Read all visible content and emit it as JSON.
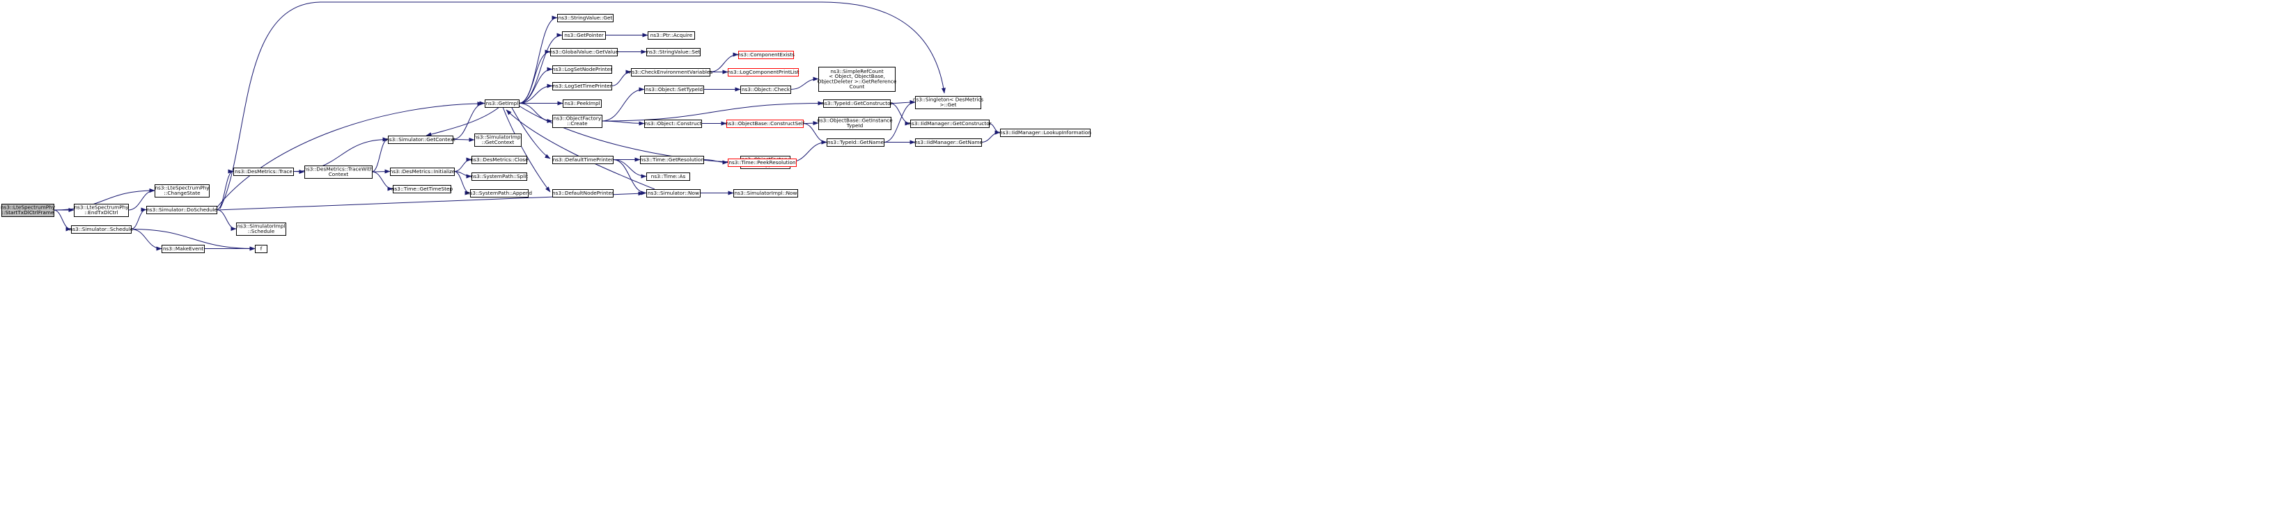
{
  "colors": {
    "edge": "#191970",
    "node_border": "#000000",
    "node_fill": "#ffffff",
    "root_fill": "#bfbfbf",
    "root_border": "#000000",
    "undocumented_border": "#ff0000"
  },
  "nodes": [
    {
      "id": "root",
      "lines": [
        "ns3::LteSpectrumPhy",
        "::StartTxDlCtrlFrame"
      ],
      "style": "root"
    },
    {
      "id": "changestate",
      "lines": [
        "ns3::LteSpectrumPhy",
        "::ChangeState"
      ],
      "style": "normal"
    },
    {
      "id": "endtxdlctrl",
      "lines": [
        "ns3::LteSpectrumPhy",
        "::EndTxDlCtrl"
      ],
      "style": "normal"
    },
    {
      "id": "schedule",
      "lines": [
        "ns3::Simulator::Schedule"
      ],
      "style": "normal"
    },
    {
      "id": "doschedule",
      "lines": [
        "ns3::Simulator::DoSchedule"
      ],
      "style": "normal"
    },
    {
      "id": "makeevent",
      "lines": [
        "ns3::MakeEvent"
      ],
      "style": "normal"
    },
    {
      "id": "f",
      "lines": [
        "f"
      ],
      "style": "normal"
    },
    {
      "id": "simimplschedule",
      "lines": [
        "ns3::SimulatorImpl",
        "::Schedule"
      ],
      "style": "normal"
    },
    {
      "id": "trace",
      "lines": [
        "ns3::DesMetrics::Trace"
      ],
      "style": "normal"
    },
    {
      "id": "tracewith",
      "lines": [
        "ns3::DesMetrics::TraceWith",
        "Context"
      ],
      "style": "normal"
    },
    {
      "id": "getcontext",
      "lines": [
        "ns3::Simulator::GetContext"
      ],
      "style": "normal"
    },
    {
      "id": "simimplgetcontext",
      "lines": [
        "ns3::SimulatorImpl",
        "::GetContext"
      ],
      "style": "normal"
    },
    {
      "id": "initialize",
      "lines": [
        "ns3::DesMetrics::Initialize"
      ],
      "style": "normal"
    },
    {
      "id": "gettimestep",
      "lines": [
        "ns3::Time::GetTimeStep"
      ],
      "style": "normal"
    },
    {
      "id": "close",
      "lines": [
        "ns3::DesMetrics::Close"
      ],
      "style": "normal"
    },
    {
      "id": "split",
      "lines": [
        "ns3::SystemPath::Split"
      ],
      "style": "normal"
    },
    {
      "id": "append",
      "lines": [
        "ns3::SystemPath::Append"
      ],
      "style": "normal"
    },
    {
      "id": "getimpl",
      "lines": [
        "ns3::GetImpl"
      ],
      "style": "normal"
    },
    {
      "id": "stringvalueget",
      "lines": [
        "ns3::StringValue::Get"
      ],
      "style": "normal"
    },
    {
      "id": "getpointer",
      "lines": [
        "ns3::GetPointer"
      ],
      "style": "normal"
    },
    {
      "id": "globalgetvalue",
      "lines": [
        "ns3::GlobalValue::GetValue"
      ],
      "style": "normal"
    },
    {
      "id": "logsetnodeprinter",
      "lines": [
        "ns3::LogSetNodePrinter"
      ],
      "style": "normal"
    },
    {
      "id": "logsettimeprinter",
      "lines": [
        "ns3::LogSetTimePrinter"
      ],
      "style": "normal"
    },
    {
      "id": "peekimpl",
      "lines": [
        "ns3::PeekImpl"
      ],
      "style": "normal"
    },
    {
      "id": "objfactcreate",
      "lines": [
        "ns3::ObjectFactory",
        "::Create"
      ],
      "style": "normal"
    },
    {
      "id": "defaulttimeprinter",
      "lines": [
        "ns3::DefaultTimePrinter"
      ],
      "style": "normal"
    },
    {
      "id": "defaultnodeprinter",
      "lines": [
        "ns3::DefaultNodePrinter"
      ],
      "style": "normal"
    },
    {
      "id": "ptracquire",
      "lines": [
        "ns3::Ptr::Acquire"
      ],
      "style": "normal"
    },
    {
      "id": "stringvalueset",
      "lines": [
        "ns3::StringValue::Set"
      ],
      "style": "normal"
    },
    {
      "id": "checkenv",
      "lines": [
        "ns3::CheckEnvironmentVariables"
      ],
      "style": "normal"
    },
    {
      "id": "componentexists",
      "lines": [
        "ns3::ComponentExists"
      ],
      "style": "red"
    },
    {
      "id": "logcomponentprintlist",
      "lines": [
        "ns3::LogComponentPrintList"
      ],
      "style": "red"
    },
    {
      "id": "objectsettypeid",
      "lines": [
        "ns3::Object::SetTypeId"
      ],
      "style": "normal"
    },
    {
      "id": "objectcheck",
      "lines": [
        "ns3::Object::Check"
      ],
      "style": "normal"
    },
    {
      "id": "simplerefcount",
      "lines": [
        "ns3::SimpleRefCount",
        "< Object, ObjectBase,",
        " ObjectDeleter >::GetReference",
        "Count"
      ],
      "style": "normal"
    },
    {
      "id": "objectconstruct",
      "lines": [
        "ns3::Object::Construct"
      ],
      "style": "normal"
    },
    {
      "id": "constructself",
      "lines": [
        "ns3::ObjectBase::ConstructSelf"
      ],
      "style": "red"
    },
    {
      "id": "getinstancetypeid",
      "lines": [
        "ns3::ObjectBase::GetInstance",
        "TypeId"
      ],
      "style": "normal"
    },
    {
      "id": "objfactsettypeid",
      "lines": [
        "ns3::ObjectFactory",
        "::SetTypeId"
      ],
      "style": "normal"
    },
    {
      "id": "typeidgetconstructor",
      "lines": [
        "ns3::TypeId::GetConstructor"
      ],
      "style": "normal"
    },
    {
      "id": "typeidgetname",
      "lines": [
        "ns3::TypeId::GetName"
      ],
      "style": "normal"
    },
    {
      "id": "singletonget",
      "lines": [
        "ns3::Singleton< DesMetrics",
        " >::Get"
      ],
      "style": "normal"
    },
    {
      "id": "iidgetconstructor",
      "lines": [
        "ns3::IidManager::GetConstructor"
      ],
      "style": "normal"
    },
    {
      "id": "iidgetname",
      "lines": [
        "ns3::IidManager::GetName"
      ],
      "style": "normal"
    },
    {
      "id": "iidlookup",
      "lines": [
        "ns3::IidManager::LookupInformation"
      ],
      "style": "normal"
    },
    {
      "id": "timegetresolution",
      "lines": [
        "ns3::Time::GetResolution"
      ],
      "style": "normal"
    },
    {
      "id": "timepeekresolution",
      "lines": [
        "ns3::Time::PeekResolution"
      ],
      "style": "red"
    },
    {
      "id": "timeas",
      "lines": [
        "ns3::Time::As"
      ],
      "style": "normal"
    },
    {
      "id": "simnow",
      "lines": [
        "ns3::Simulator::Now"
      ],
      "style": "normal"
    },
    {
      "id": "simimplnow",
      "lines": [
        "ns3::SimulatorImpl::Now"
      ],
      "style": "normal"
    }
  ],
  "edges": [
    [
      "root",
      "changestate"
    ],
    [
      "root",
      "endtxdlctrl"
    ],
    [
      "root",
      "schedule"
    ],
    [
      "endtxdlctrl",
      "changestate"
    ],
    [
      "schedule",
      "doschedule"
    ],
    [
      "schedule",
      "makeevent"
    ],
    [
      "schedule",
      "f"
    ],
    [
      "makeevent",
      "f"
    ],
    [
      "doschedule",
      "simimplschedule"
    ],
    [
      "doschedule",
      "trace"
    ],
    [
      "doschedule",
      "getimpl"
    ],
    [
      "doschedule",
      "simnow"
    ],
    [
      "doschedule",
      "singletonget"
    ],
    [
      "trace",
      "getcontext"
    ],
    [
      "trace",
      "tracewith"
    ],
    [
      "tracewith",
      "getcontext"
    ],
    [
      "tracewith",
      "initialize"
    ],
    [
      "tracewith",
      "gettimestep"
    ],
    [
      "getcontext",
      "simimplgetcontext"
    ],
    [
      "getcontext",
      "getimpl"
    ],
    [
      "initialize",
      "close"
    ],
    [
      "initialize",
      "split"
    ],
    [
      "initialize",
      "append"
    ],
    [
      "getimpl",
      "getcontext"
    ],
    [
      "getimpl",
      "stringvalueget"
    ],
    [
      "getimpl",
      "getpointer"
    ],
    [
      "getimpl",
      "globalgetvalue"
    ],
    [
      "getimpl",
      "logsetnodeprinter"
    ],
    [
      "getimpl",
      "logsettimeprinter"
    ],
    [
      "getimpl",
      "peekimpl"
    ],
    [
      "getimpl",
      "objfactcreate"
    ],
    [
      "getimpl",
      "objfactsettypeid"
    ],
    [
      "getimpl",
      "defaulttimeprinter"
    ],
    [
      "getimpl",
      "defaultnodeprinter"
    ],
    [
      "getpointer",
      "ptracquire"
    ],
    [
      "globalgetvalue",
      "stringvalueset"
    ],
    [
      "logsettimeprinter",
      "checkenv"
    ],
    [
      "checkenv",
      "componentexists"
    ],
    [
      "checkenv",
      "logcomponentprintlist"
    ],
    [
      "objfactcreate",
      "objectsettypeid"
    ],
    [
      "objfactcreate",
      "objectconstruct"
    ],
    [
      "objfactcreate",
      "typeidgetconstructor"
    ],
    [
      "objectsettypeid",
      "objectcheck"
    ],
    [
      "objectcheck",
      "simplerefcount"
    ],
    [
      "objectconstruct",
      "constructself"
    ],
    [
      "constructself",
      "getinstancetypeid"
    ],
    [
      "constructself",
      "typeidgetname"
    ],
    [
      "objfactsettypeid",
      "typeidgetname"
    ],
    [
      "typeidgetconstructor",
      "singletonget"
    ],
    [
      "typeidgetconstructor",
      "iidgetconstructor"
    ],
    [
      "typeidgetname",
      "singletonget"
    ],
    [
      "typeidgetname",
      "iidgetname"
    ],
    [
      "iidgetconstructor",
      "iidlookup"
    ],
    [
      "iidgetname",
      "iidlookup"
    ],
    [
      "defaulttimeprinter",
      "timegetresolution"
    ],
    [
      "defaulttimeprinter",
      "timeas"
    ],
    [
      "defaulttimeprinter",
      "simnow"
    ],
    [
      "timegetresolution",
      "timepeekresolution"
    ],
    [
      "simnow",
      "simimplnow"
    ],
    [
      "simnow",
      "getimpl"
    ]
  ]
}
